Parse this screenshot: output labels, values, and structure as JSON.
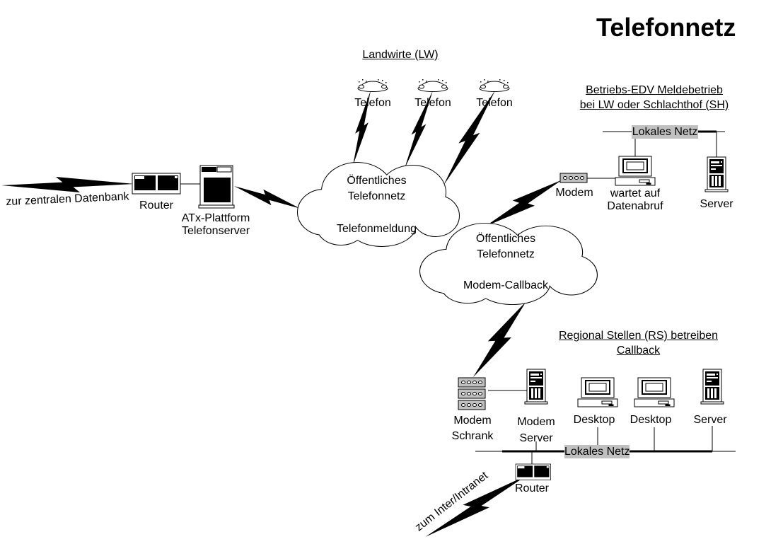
{
  "title": "Telefonnetz",
  "headings": {
    "landwirte": "Landwirte (LW)",
    "betriebs": {
      "line1": "Betriebs-EDV Meldebetrieb",
      "line2": "bei LW oder Schlachthof (SH)"
    },
    "regional": {
      "line1": "Regional Stellen (RS) betreiben",
      "line2": "Callback"
    }
  },
  "clouds": {
    "telefonmeldung": {
      "line1": "Öffentliches",
      "line2": "Telefonnetz",
      "line3": "Telefonmeldung"
    },
    "modem_callback": {
      "line1": "Öffentliches",
      "line2": "Telefonnetz",
      "line3": "Modem-Callback"
    }
  },
  "labels": {
    "zur_zentralen_datenbank": "zur zentralen Datenbank",
    "router_left": "Router",
    "atx": {
      "line1": "ATx-Plattform",
      "line2": "Telefonserver"
    },
    "telefon_1": "Telefon",
    "telefon_2": "Telefon",
    "telefon_3": "Telefon",
    "modem_top": "Modem",
    "wartet": {
      "line1": "wartet auf",
      "line2": "Datenabruf"
    },
    "server_top": "Server",
    "lokales_netz_top": "Lokales Netz",
    "modem_schrank": {
      "line1": "Modem",
      "line2": "Schrank"
    },
    "modem_server": {
      "line1": "Modem",
      "line2": "Server"
    },
    "desktop_1": "Desktop",
    "desktop_2": "Desktop",
    "server_bottom": "Server",
    "lokales_netz_bottom": "Lokales Netz",
    "router_bottom": "Router",
    "zum_inter_intranet": "zum Inter/Intranet"
  },
  "colors": {
    "background": "#ffffff",
    "line": "#000000",
    "lan_label_bg": "#c0c0c0",
    "modem_fill": "#c0c0c0"
  }
}
